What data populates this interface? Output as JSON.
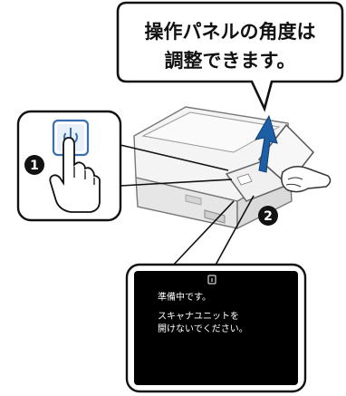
{
  "callout": {
    "line1": "操作パネルの角度は",
    "line2": "調整できます。"
  },
  "steps": [
    {
      "number": "1",
      "icon": "power-button-press"
    },
    {
      "number": "2",
      "icon": "tilt-panel-up-arrow"
    }
  ],
  "lcd": {
    "status_icon": "info-icon",
    "line1": "準備中です。",
    "line2": "スキャナユニットを",
    "line3": "開けないでください。"
  },
  "colors": {
    "outline": "#111111",
    "printer_body": "#f2f2f2",
    "printer_shadow": "#cfcfcf",
    "arrow": "#1d5fa6",
    "lcd_bg": "#000000",
    "lcd_text": "#ffffff",
    "power_button": "#3a6fb0"
  }
}
